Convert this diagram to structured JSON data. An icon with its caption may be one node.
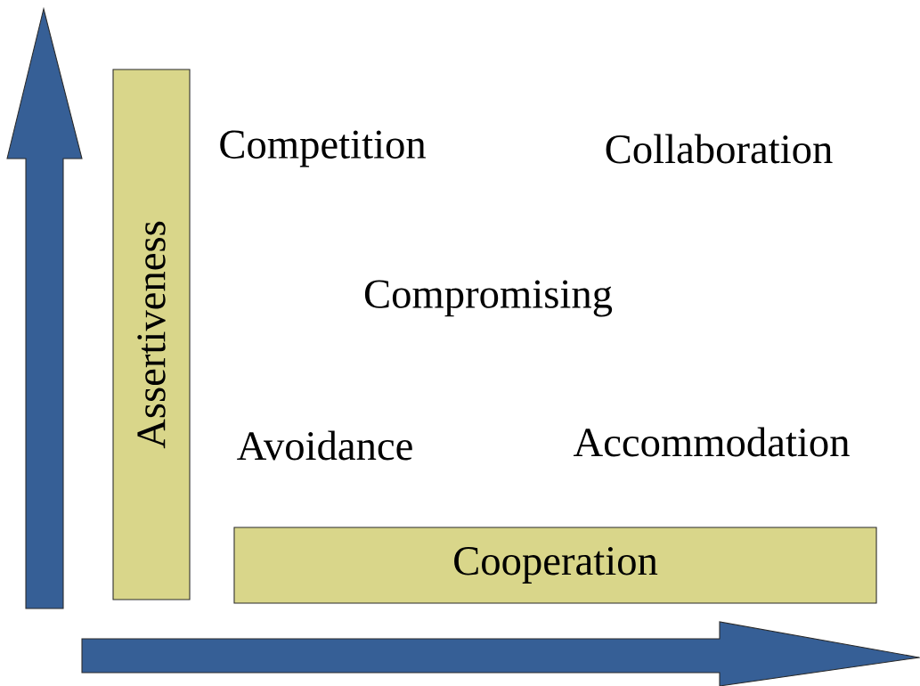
{
  "diagram": {
    "nodes": [
      {
        "text": [
          "Assertiveness"
        ]
      },
      {
        "text": [
          "Cooperation"
        ]
      }
    ],
    "labels": [
      "Competition",
      "Collaboration",
      "Compromising",
      "Avoidance",
      "Accommodation"
    ]
  }
}
